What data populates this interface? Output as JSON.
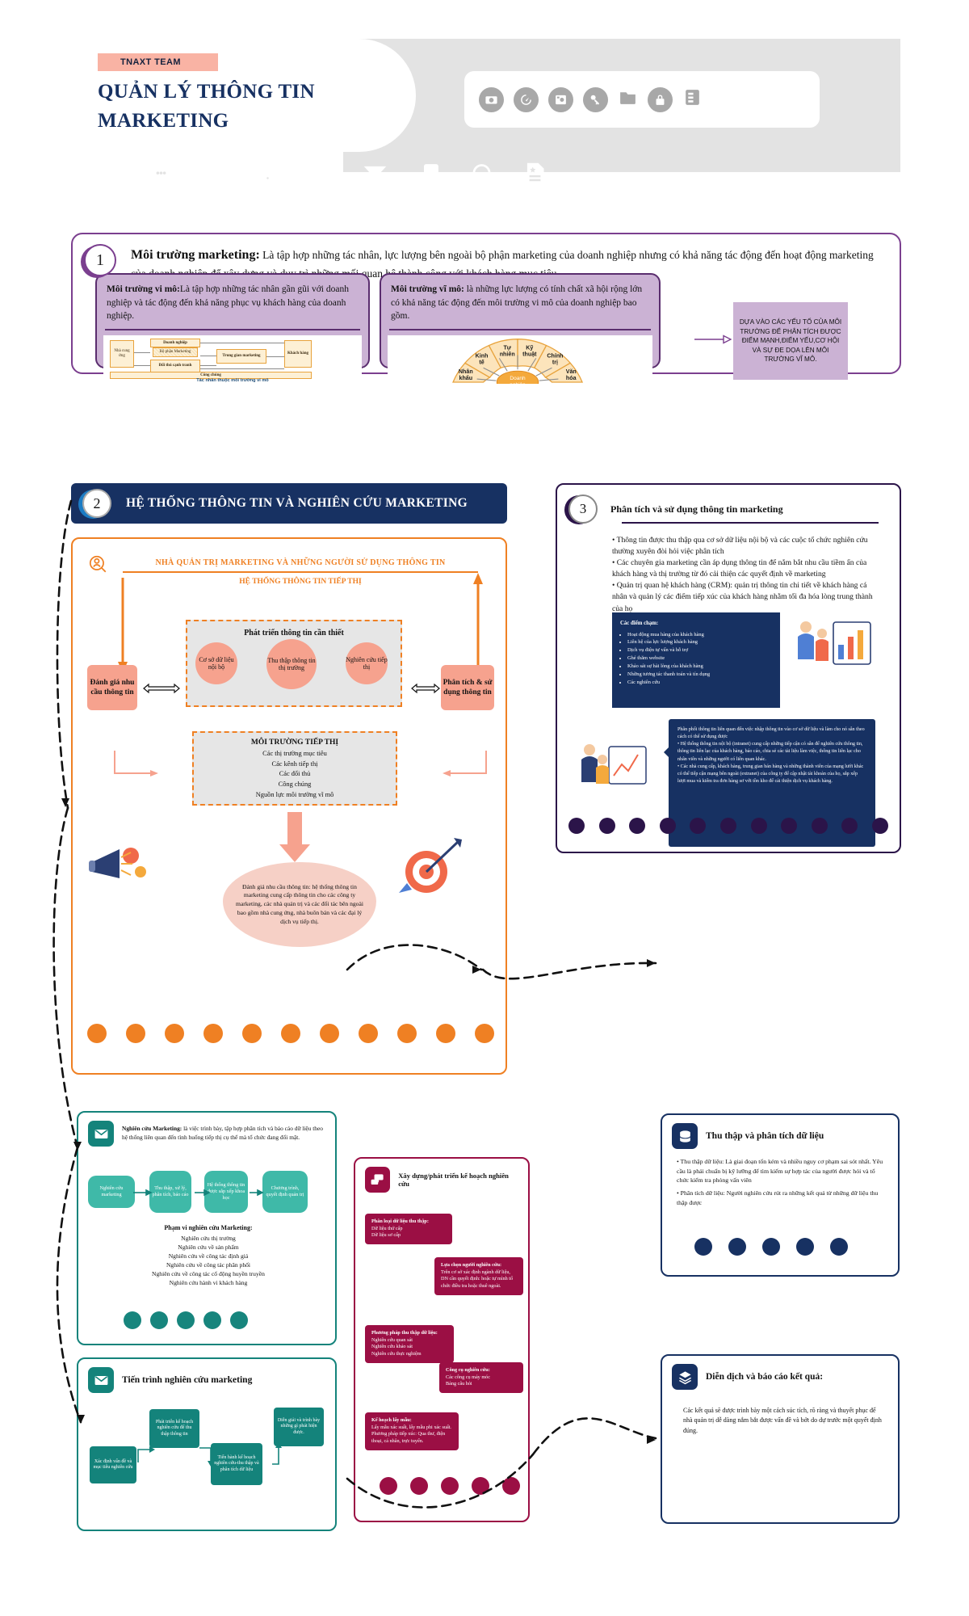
{
  "header": {
    "badge": "TNAXT TEAM",
    "title_line1": "QUẢN LÝ THÔNG TIN",
    "title_line2": "MARKETING",
    "card_icons": [
      "camera-icon",
      "speedometer-icon",
      "image-file-icon",
      "key-icon",
      "folder-icon",
      "lock-icon",
      "server-icon"
    ],
    "strip_icons": [
      "mobile-phone-icon",
      "chat-bubble-icon",
      "phone-globe-icon",
      "monitor-icon",
      "thumbs-up-icon",
      "envelope-icon",
      "speech-bubbles-icon",
      "headphones-icon",
      "document-star-icon"
    ]
  },
  "section1": {
    "number": "1",
    "title": "Môi trường marketing:",
    "text": "Là tập hợp những tác nhân, lực lượng bên ngoài bộ phận marketing của doanh nghiệp nhưng có khả năng tác động đến hoạt động marketing của doanh nghiệp để xây dựng và duy trì những mối quan hệ thành công với khách hàng mục tiêu.",
    "micro": {
      "title": "Môi trường vi mô:",
      "text": "Là tập hợp những tác nhân gần gũi với doanh nghiệp và tác động đến khả năng phục vụ khách hàng của doanh nghiệp.",
      "diagram": {
        "caption": "Tác nhân thuộc môi trường vi mô",
        "nodes": [
          "Nhà cung ứng",
          "Doanh nghiệp",
          "Bộ phận Marketing",
          "Đối thủ cạnh tranh",
          "Trung gian marketing",
          "Khách hàng",
          "Công chúng"
        ]
      }
    },
    "macro": {
      "title": "Môi trường vĩ mô:",
      "text": "là những lực lượng có tính chất xã hội rộng lớn có khả năng tác động đến môi trường vi mô của doanh nghiệp bao gồm.",
      "fan": {
        "center": "Doanh nghiệp",
        "segments": [
          "Nhân khẩu",
          "Kinh tế",
          "Tự nhiên",
          "Kỹ thuật",
          "Chính trị",
          "Văn hóa"
        ]
      }
    },
    "sticky_note": "DỰA VÀO CÁC YẾU TỐ CỦA MÔI TRƯỜNG ĐỂ PHÂN TÍCH ĐƯỢC ĐIỂM MẠNH,ĐIỂM YẾU,CƠ HỘI VÀ SỰ ĐE DỌA LÊN MÔI TRƯỜNG VĨ MÔ."
  },
  "section2": {
    "number": "2",
    "title": "HỆ THỐNG THÔNG TIN VÀ NGHIÊN CỨU  MARKETING",
    "mis_header": "NHÀ QUẢN TRỊ MARKETING VÀ NHỮNG NGƯỜI SỬ DỤNG THÔNG TIN",
    "mis_sub": "HỆ THỐNG THÔNG TIN TIẾP THỊ",
    "left_box": "Đánh giá nhu cầu thông tin",
    "right_box": "Phân tích & sử dụng thông tin",
    "dev_title": "Phát triển thông tin cần thiết",
    "dev_circles": [
      "Cơ sở dữ liệu nội bộ",
      "Thu thập thông tin thị trường",
      "Nghiên cứu tiếp thị"
    ],
    "env_title": "MÔI TRƯỜNG TIẾP THỊ",
    "env_items": [
      "Các thị trường mục tiêu",
      "Các kênh tiếp thị",
      "Các đối thủ",
      "Công chúng",
      "Nguồn lực môi trường vĩ mô"
    ],
    "cloud": "Đánh giá nhu cầu thông tin: hệ thống thông tin marketing cung cấp thông tin cho các công ty marketing, các nhà quản trị và các đối tác bên ngoài bao gồm nhà cung ứng, nhà buôn bán và các đại lý dịch vụ tiếp thị.",
    "dot_color": "#ef8023",
    "dot_count": 11
  },
  "section3": {
    "number": "3",
    "title": "Phân tích và sử dụng thông tin marketing",
    "bullets": [
      "• Thông tin được thu thập qua cơ sở dữ liệu nội bộ và các cuộc tổ chức nghiên cứu thường xuyên đòi hỏi việc phân tích",
      "• Các chuyên gia marketing cần áp dụng thông tin để nắm bắt nhu cầu tiềm ẩn của khách hàng và thị trường từ đó cải thiện các quyết định về marketing",
      "• Quản trị quan hệ khách hàng (CRM): quản trị thông tin chi tiết về khách hàng cá nhân và quản lý các điểm tiếp xúc của khách hàng nhằm tối đa hóa lòng trung thành của họ"
    ],
    "touchpoints_title": "Các điểm chạm:",
    "touchpoints": [
      "Hoạt động mua hàng của khách hàng",
      "Liên hệ của lực lượng khách hàng",
      "Dịch vụ điện tự vấn và hỗ trợ",
      "Ghé thăm website",
      "Khảo sát sự hài lòng của khách hàng",
      "Những tương tác thanh toán và tín dụng",
      "Các nghiên cứu"
    ],
    "callout": [
      "Phân phối thông tin liên quan đến việc nhập thông tin vào cơ sở dữ liệu và làm cho nó sẵn theo cách có thể sử dụng được",
      "• Hệ thống thông tin nội bộ (intranet) cung cấp những tiếp cận có sẵn để nghiên cứu thông tin, thông tin liên lạc của khách hàng, báo cáo, chia sẻ các tài liệu làm việc, thông tin liên lạc cho nhân viên và những người có liên quan khác.",
      "• Các nhà cung cấp, khách hàng, trung gian bán hàng và những thành viên của mạng lưới khác có thể tiếp cận mạng bên ngoài (extranet) của công ty để cập nhật tài khoản của họ, sắp xếp lượt mua và kiểm tra đơn hàng sơ với tồn kho để cải thiện dịch vụ khách hàng."
    ],
    "dot_color": "#2b1449",
    "dot_count": 11
  },
  "card_research": {
    "icon": "envelope-icon",
    "icon_color": "#14837b",
    "title": "Nghiên cứu Marketing:",
    "intro": "là việc trình bày, tập hợp phân tích và báo cáo dữ liệu theo hệ thống liên quan đến tình huống tiếp thị cụ thể mà tổ chức đang đối mặt.",
    "flow": [
      "Nghiên cứu marketing",
      "Thu thập, xử lý, phân tích, báo cáo",
      "Hệ thống thông tin được sắp xếp khoa học",
      "Chương trình, quyết định quản trị"
    ],
    "scope_title": "Phạm vi nghiên cứu Marketing:",
    "scope": [
      "Nghiên cứu thị trường",
      "Nghiên cứu về sản phẩm",
      "Nghiên cứu về công tác định giá",
      "Nghiên cứu về công tác phân phối",
      "Nghiên cứu về công tác cổ động huyền truyền",
      "Nghiên cứu hành vi khách hàng"
    ],
    "dot_color": "#14837b",
    "dot_count": 5
  },
  "card_process": {
    "icon": "envelope-icon",
    "icon_color": "#14837b",
    "title": "Tiến trình nghiên cứu marketing",
    "steps": [
      "Xác định vấn đề và mục tiêu nghiên cứu",
      "Phát triển kế hoạch nghiên cứu để thu thập thông tin",
      "Tiến hành kế hoạch nghiên cứu-thu thập và phân tích dữ liệu",
      "Diễn giải và trình bày những gì phát hiện được."
    ]
  },
  "card_plan": {
    "icon": "speech-bubbles-icon",
    "icon_color": "#9b0f44",
    "title": "Xây dựng/phát triển kế hoạch nghiên cứu",
    "nodes": [
      {
        "title": "Phân loại dữ liệu thu thập:",
        "body": "Dữ liệu thứ cấp\nDữ liệu sơ cấp"
      },
      {
        "title": "Lựa chọn người nghiên cứu:",
        "body": "Trên cơ sở xác định ngành dữ liệu, DN cần quyết định: hoặc tự mình tổ chức điều tra hoặc thuê ngoài."
      },
      {
        "title": "Phương pháp thu thập dữ liệu:",
        "body": "Nghiên cứu quan sát\nNghiên cứu khảo sát\nNghiên cứu thực nghiệm"
      },
      {
        "title": "Công cụ nghiên cứu:",
        "body": "Các công cụ máy móc\nBảng câu hỏi"
      },
      {
        "title": "Kế hoạch lấy mẫu:",
        "body": "Lấy mẫu xác suất, lấy mẫu phi xác suất.\nPhương pháp tiếp xúc: Qua thư, điện thoại, cá nhân, trực tuyến."
      }
    ],
    "dot_color": "#9b0f44",
    "dot_count": 5
  },
  "card_collect": {
    "icon": "database-icon",
    "icon_color": "#173162",
    "title": "Thu thập và phân tích dữ liệu",
    "bullets": [
      "• Thu thập dữ liệu: Là giai đoạn tốn kém và nhiều nguy cơ phạm sai sót nhất. Yêu cầu là phải chuẩn bị kỹ lưỡng để tìm kiếm sự hợp tác của người được hỏi và tổ chức kiểm tra phỏng vấn viên",
      "• Phân tích dữ liệu: Người nghiên cứu rút ra những kết quả từ những dữ liệu thu thập được"
    ],
    "dot_color": "#173162",
    "dot_count": 5
  },
  "card_report": {
    "icon": "layers-icon",
    "icon_color": "#173162",
    "title": "Diễn dịch và báo cáo kết quả:",
    "body": "Các kết quả sẽ được trình bày một cách súc tích, rõ ràng và thuyết phục để nhà quản trị dễ dàng nắm bắt được vấn đề và bớt do dự trước một quyết định đúng."
  }
}
